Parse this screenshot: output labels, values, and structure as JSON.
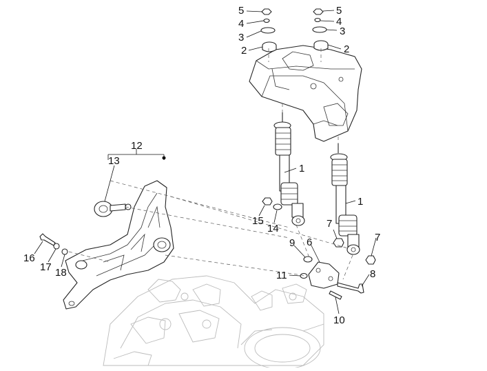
{
  "callouts": [
    {
      "id": "c5a",
      "label": "5"
    },
    {
      "id": "c4a",
      "label": "4"
    },
    {
      "id": "c3a",
      "label": "3"
    },
    {
      "id": "c2a",
      "label": "2"
    },
    {
      "id": "c5b",
      "label": "5"
    },
    {
      "id": "c4b",
      "label": "4"
    },
    {
      "id": "c3b",
      "label": "3"
    },
    {
      "id": "c2b",
      "label": "2"
    },
    {
      "id": "c12",
      "label": "12"
    },
    {
      "id": "c13",
      "label": "13"
    },
    {
      "id": "c1a",
      "label": "1"
    },
    {
      "id": "c1b",
      "label": "1"
    },
    {
      "id": "c15",
      "label": "15"
    },
    {
      "id": "c14",
      "label": "14"
    },
    {
      "id": "c7a",
      "label": "7"
    },
    {
      "id": "c7b",
      "label": "7"
    },
    {
      "id": "c9",
      "label": "9"
    },
    {
      "id": "c6",
      "label": "6"
    },
    {
      "id": "c16",
      "label": "16"
    },
    {
      "id": "c17",
      "label": "17"
    },
    {
      "id": "c18",
      "label": "18"
    },
    {
      "id": "c11",
      "label": "11"
    },
    {
      "id": "c8",
      "label": "8"
    },
    {
      "id": "c10",
      "label": "10"
    }
  ]
}
